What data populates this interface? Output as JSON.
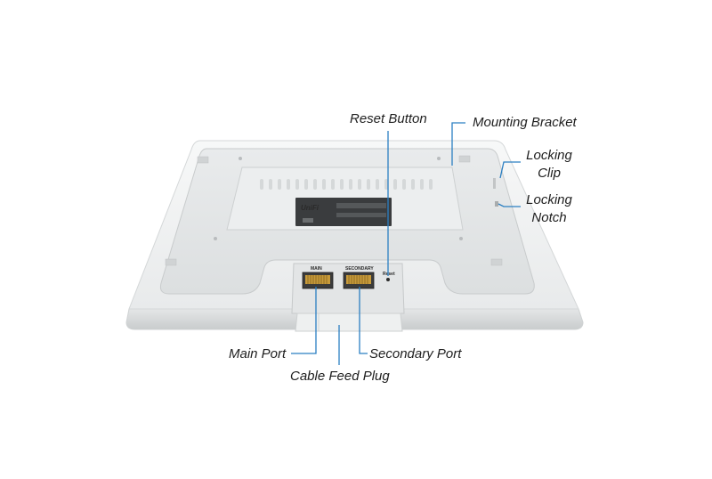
{
  "callouts": {
    "reset_button": "Reset Button",
    "mounting_bracket": "Mounting Bracket",
    "locking_clip": [
      "Locking",
      "Clip"
    ],
    "locking_notch": [
      "Locking",
      "Notch"
    ],
    "main_port": "Main Port",
    "secondary_port": "Secondary Port",
    "cable_feed_plug": "Cable Feed Plug"
  },
  "device": {
    "port_main_label": "MAIN",
    "port_secondary_label": "SECONDARY",
    "reset_label": "Reset",
    "brand_logo": "UniFi"
  },
  "colors": {
    "leader_line": "#2b7fc2",
    "device_body": "#f2f3f4",
    "port_gold": "#c79a3a"
  }
}
